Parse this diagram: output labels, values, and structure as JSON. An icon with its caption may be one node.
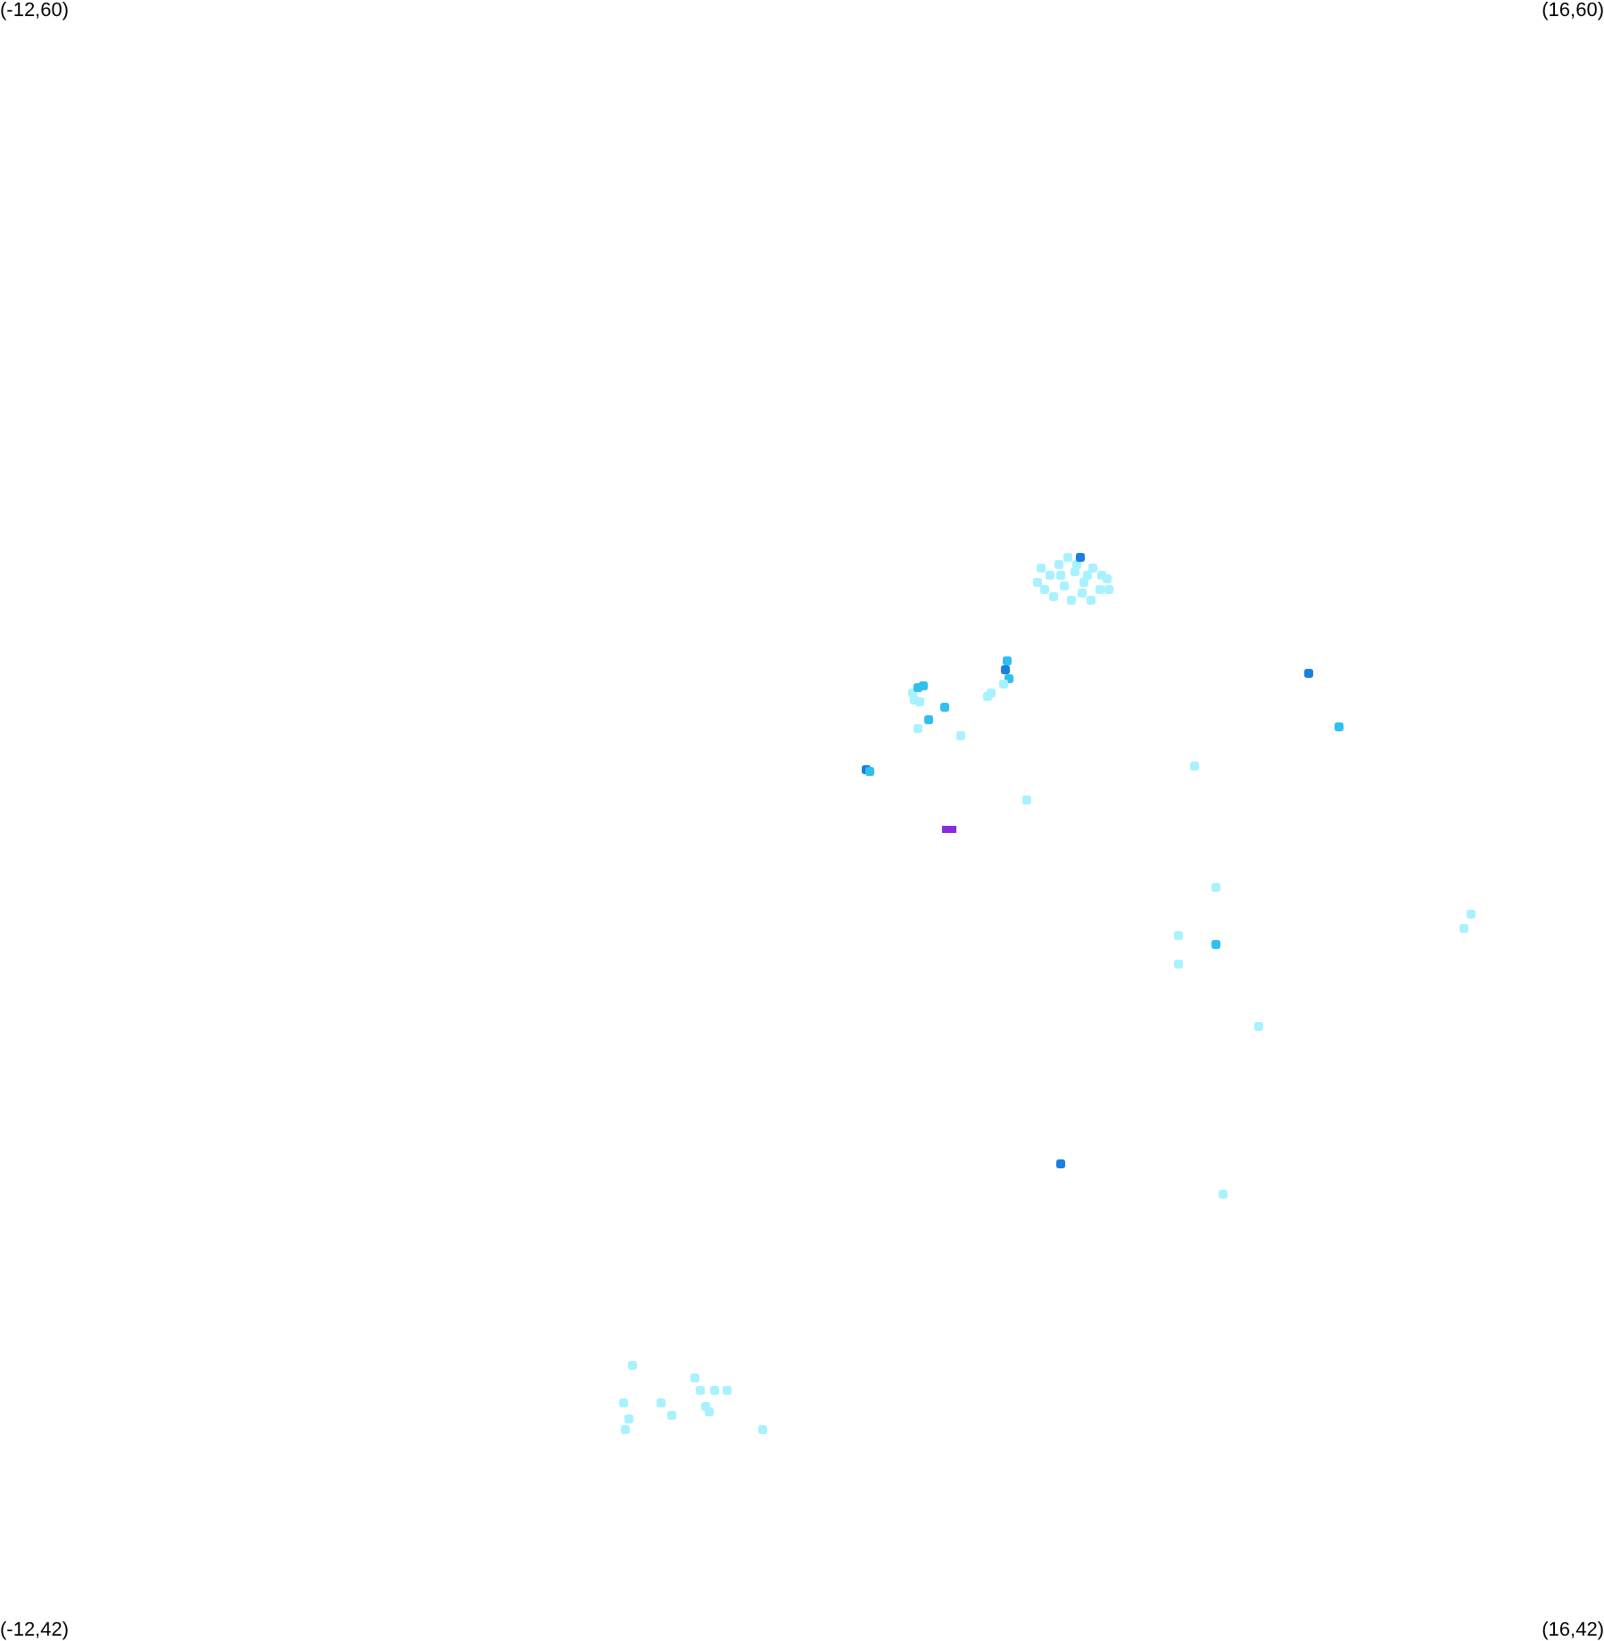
{
  "diagram": {
    "labels": [
      "(-12,60)",
      "(16,60)",
      "(-12,42)",
      "(16,42)"
    ]
  }
}
